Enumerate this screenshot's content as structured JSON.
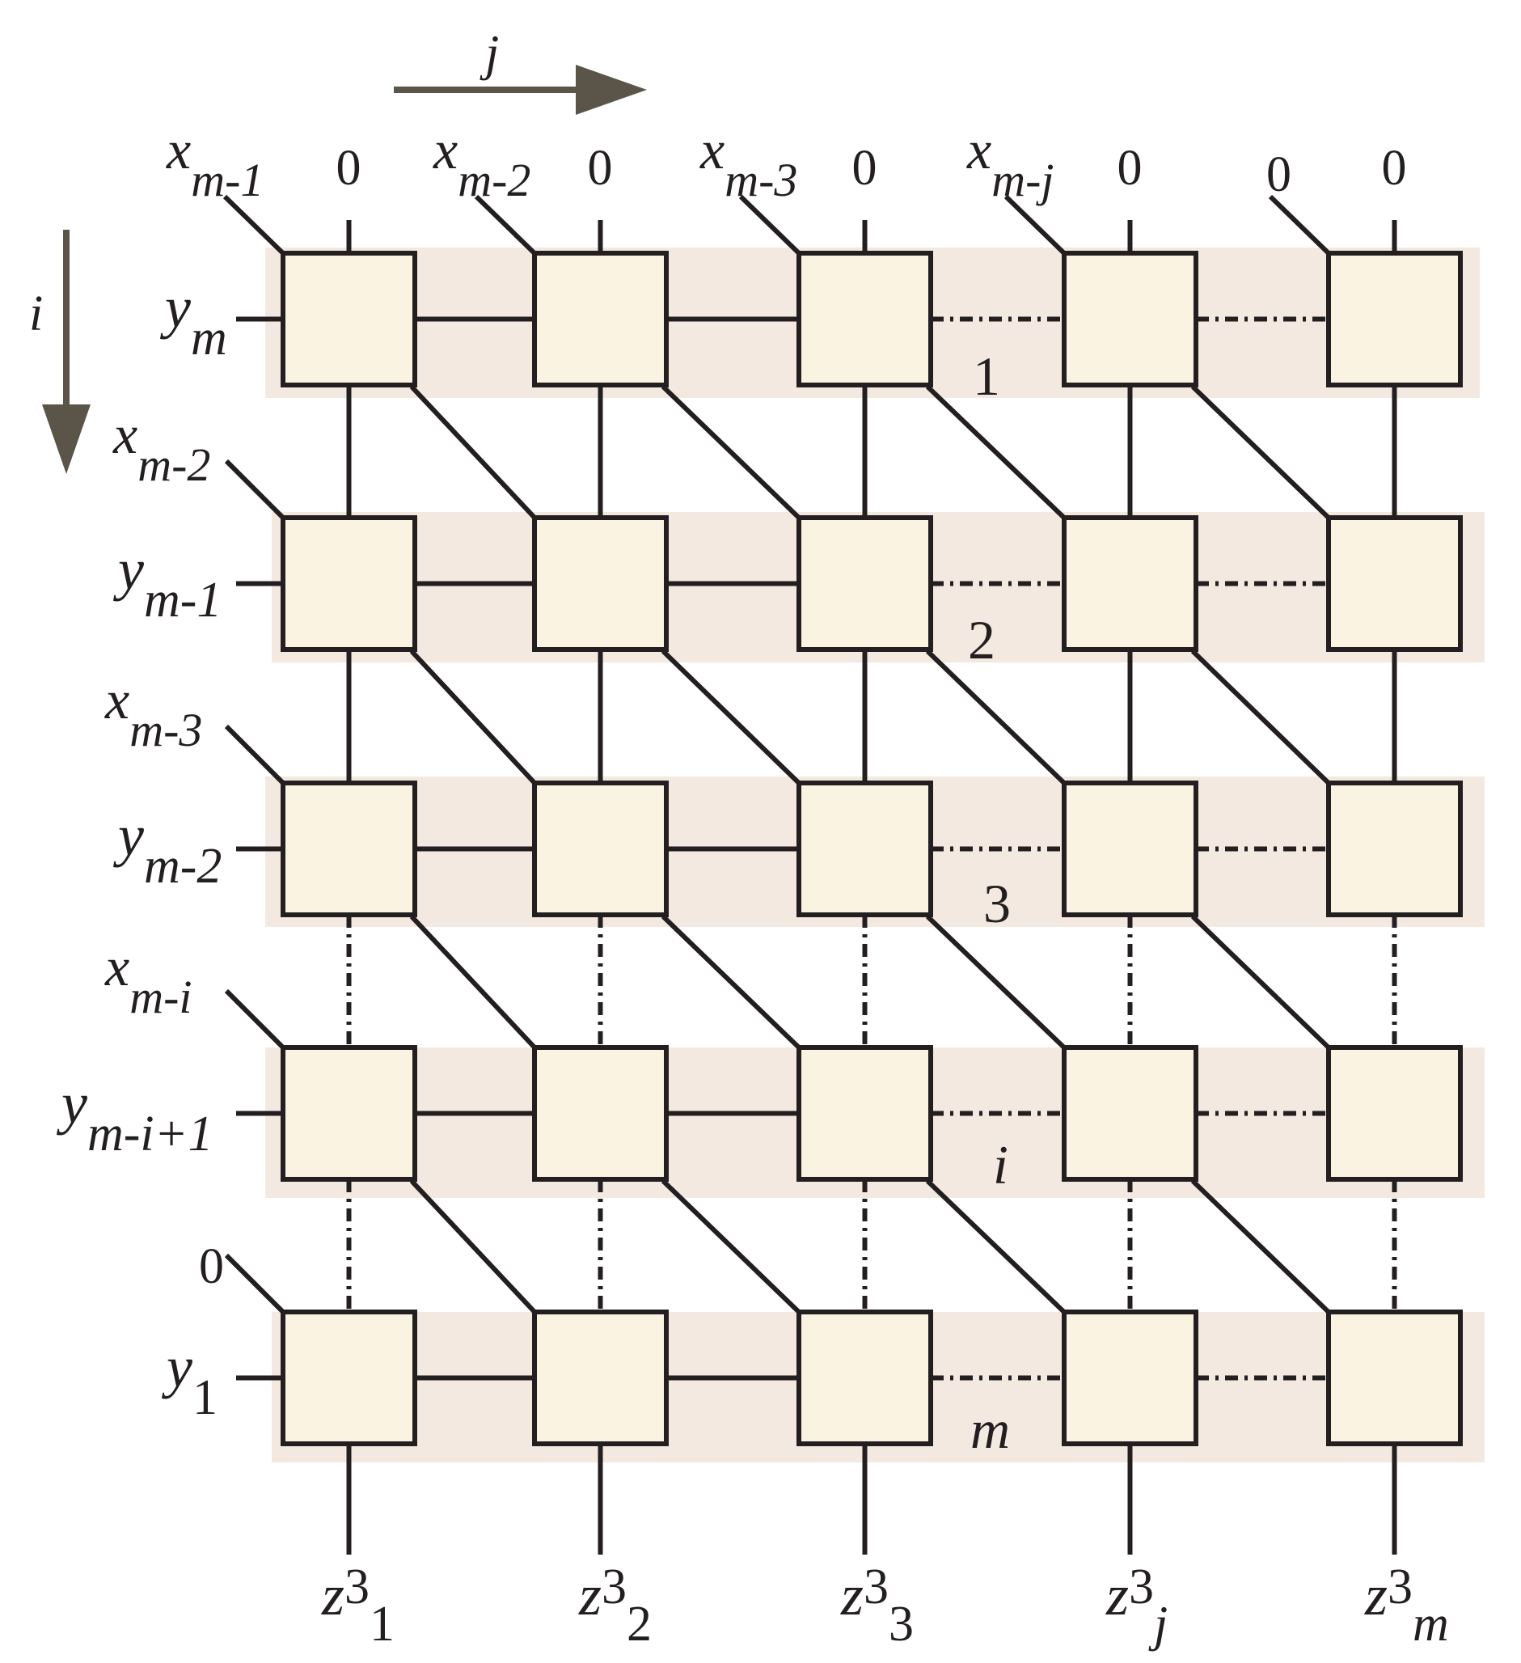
{
  "axis_arrows": {
    "col_label": "j",
    "row_label": "i",
    "color": "#5a5548"
  },
  "top_inputs": {
    "x_base": "x",
    "x_subscripts": [
      "m-1",
      "m-2",
      "m-3",
      "m-j",
      ""
    ],
    "last_diag_value": "0",
    "vertical_values": [
      "0",
      "0",
      "0",
      "0",
      "0"
    ]
  },
  "left_inputs": {
    "diag": [
      {
        "base": "",
        "sub": "",
        "value": ""
      },
      {
        "base": "x",
        "sub": "m-2",
        "value": ""
      },
      {
        "base": "x",
        "sub": "m-3",
        "value": ""
      },
      {
        "base": "x",
        "sub": "m-i",
        "value": ""
      },
      {
        "base": "",
        "sub": "",
        "value": "0"
      }
    ],
    "y_base": "y",
    "y_subscripts": [
      "m",
      "m-1",
      "m-2",
      "m-i+1",
      "1"
    ]
  },
  "row_numbers": [
    "1",
    "2",
    "3",
    "i",
    "m"
  ],
  "outputs": {
    "base": "z",
    "superscript": "3",
    "subscripts": [
      "1",
      "2",
      "3",
      "j",
      "m"
    ]
  },
  "colors": {
    "band": "#f4e9e1",
    "cell_fill": "#fbf3e2",
    "stroke": "#231f20"
  }
}
